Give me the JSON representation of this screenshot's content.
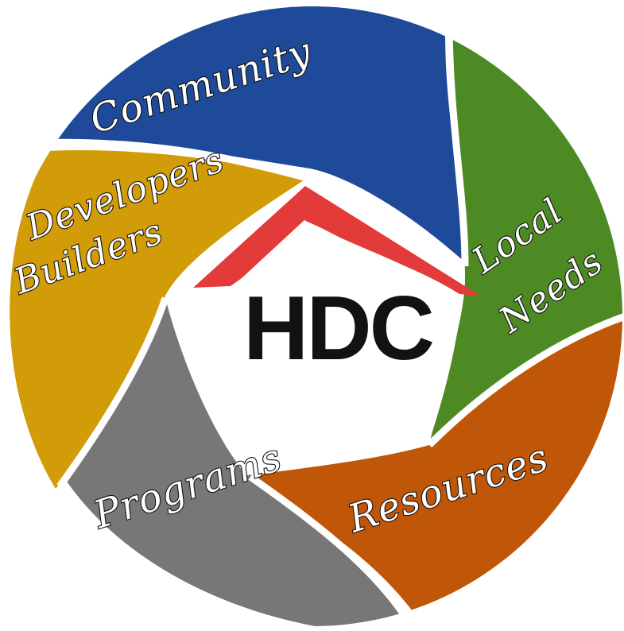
{
  "center": {
    "logo_text": "HDC"
  },
  "segments": {
    "community": {
      "label": "Community",
      "color": "#1F4A99"
    },
    "local_needs": {
      "label_line1": "Local",
      "label_line2": "Needs",
      "color": "#4E8A23"
    },
    "resources": {
      "label": "Resources",
      "color": "#C05608"
    },
    "programs": {
      "label": "Programs",
      "color": "#777777"
    },
    "developers_builders": {
      "label_line1": "Developers",
      "label_line2": "Builders",
      "color": "#D29B08"
    }
  },
  "colors": {
    "roof": "#E33A3A",
    "center_bg": "#FFFFFF",
    "separator": "#FFFFFF",
    "text_fill": "#FFFFFF",
    "text_outline": "#111111"
  },
  "icons": {
    "roof": "house-roof-icon"
  }
}
